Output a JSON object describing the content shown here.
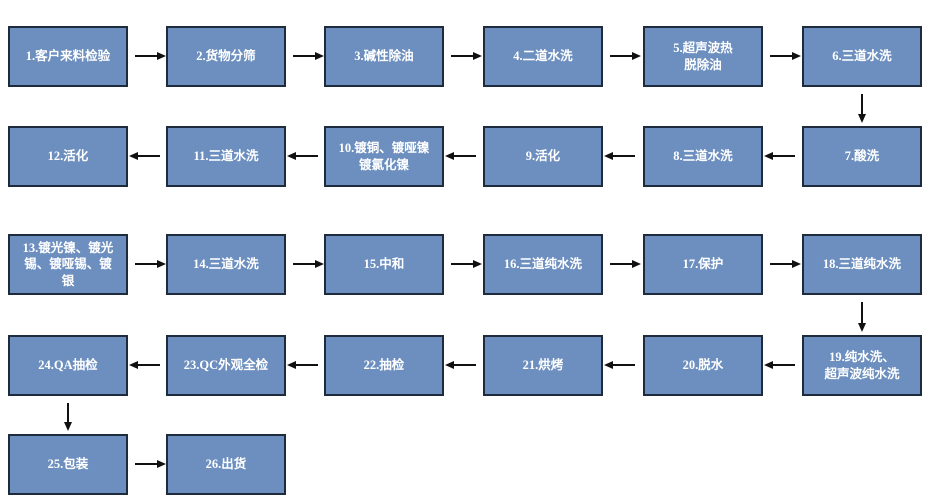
{
  "diagram_type": "process-flowchart",
  "colors": {
    "node_fill": "#6C8FBF",
    "node_border": "#1E2B3C",
    "node_text": "#FFFFFF",
    "arrow": "#111111",
    "background": "#FFFFFF"
  },
  "nodes": [
    {
      "id": 1,
      "label": "1.客户来料检验"
    },
    {
      "id": 2,
      "label": "2.货物分筛"
    },
    {
      "id": 3,
      "label": "3.碱性除油"
    },
    {
      "id": 4,
      "label": "4.二道水洗"
    },
    {
      "id": 5,
      "label": "5.超声波热\n脱除油"
    },
    {
      "id": 6,
      "label": "6.三道水洗"
    },
    {
      "id": 7,
      "label": "7.酸洗"
    },
    {
      "id": 8,
      "label": "8.三道水洗"
    },
    {
      "id": 9,
      "label": "9.活化"
    },
    {
      "id": 10,
      "label": "10.镀铜、镀哑镍\n镀氯化镍"
    },
    {
      "id": 11,
      "label": "11.三道水洗"
    },
    {
      "id": 12,
      "label": "12.活化"
    },
    {
      "id": 13,
      "label": "13.镀光镍、镀光\n锡、镀哑锡、镀\n银"
    },
    {
      "id": 14,
      "label": "14.三道水洗"
    },
    {
      "id": 15,
      "label": "15.中和"
    },
    {
      "id": 16,
      "label": "16.三道纯水洗"
    },
    {
      "id": 17,
      "label": "17.保护"
    },
    {
      "id": 18,
      "label": "18.三道纯水洗"
    },
    {
      "id": 19,
      "label": "19.纯水洗、\n超声波纯水洗"
    },
    {
      "id": 20,
      "label": "20.脱水"
    },
    {
      "id": 21,
      "label": "21.烘烤"
    },
    {
      "id": 22,
      "label": "22.抽检"
    },
    {
      "id": 23,
      "label": "23.QC外观全检"
    },
    {
      "id": 24,
      "label": "24.QA抽检"
    },
    {
      "id": 25,
      "label": "25.包装"
    },
    {
      "id": 26,
      "label": "26.出货"
    }
  ],
  "edges": [
    {
      "from": 1,
      "to": 2,
      "direction": "right"
    },
    {
      "from": 2,
      "to": 3,
      "direction": "right"
    },
    {
      "from": 3,
      "to": 4,
      "direction": "right"
    },
    {
      "from": 4,
      "to": 5,
      "direction": "right"
    },
    {
      "from": 5,
      "to": 6,
      "direction": "right"
    },
    {
      "from": 6,
      "to": 7,
      "direction": "down"
    },
    {
      "from": 7,
      "to": 8,
      "direction": "left"
    },
    {
      "from": 8,
      "to": 9,
      "direction": "left"
    },
    {
      "from": 9,
      "to": 10,
      "direction": "left"
    },
    {
      "from": 10,
      "to": 11,
      "direction": "left"
    },
    {
      "from": 11,
      "to": 12,
      "direction": "left"
    },
    {
      "from": 13,
      "to": 14,
      "direction": "right"
    },
    {
      "from": 14,
      "to": 15,
      "direction": "right"
    },
    {
      "from": 15,
      "to": 16,
      "direction": "right"
    },
    {
      "from": 16,
      "to": 17,
      "direction": "right"
    },
    {
      "from": 17,
      "to": 18,
      "direction": "right"
    },
    {
      "from": 18,
      "to": 19,
      "direction": "down"
    },
    {
      "from": 19,
      "to": 20,
      "direction": "left"
    },
    {
      "from": 20,
      "to": 21,
      "direction": "left"
    },
    {
      "from": 21,
      "to": 22,
      "direction": "left"
    },
    {
      "from": 22,
      "to": 23,
      "direction": "left"
    },
    {
      "from": 23,
      "to": 24,
      "direction": "left"
    },
    {
      "from": 24,
      "to": 25,
      "direction": "down"
    },
    {
      "from": 25,
      "to": 26,
      "direction": "right"
    }
  ]
}
